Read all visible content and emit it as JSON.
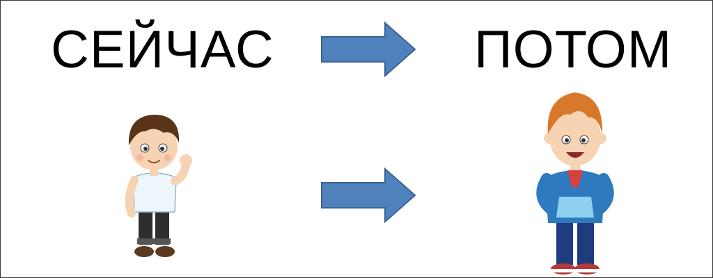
{
  "labels": {
    "now": "СЕЙЧАС",
    "later": "ПОТОМ"
  },
  "colors": {
    "arrow_fill": "#4f81bd",
    "arrow_stroke": "#3a6394",
    "hair_small": "#5a3418",
    "hair_big": "#d8782a",
    "shirt_small": "#eef6fb",
    "hoodie_big": "#2f79bf",
    "pants_small": "#2e2e2e",
    "pants_big": "#1f3c80",
    "skin": "#f6d3b3"
  },
  "icons": {
    "arrow_top": "right-arrow-icon",
    "arrow_bottom": "right-arrow-icon",
    "figure_small": "small-boy-illustration",
    "figure_big": "older-boy-illustration"
  }
}
